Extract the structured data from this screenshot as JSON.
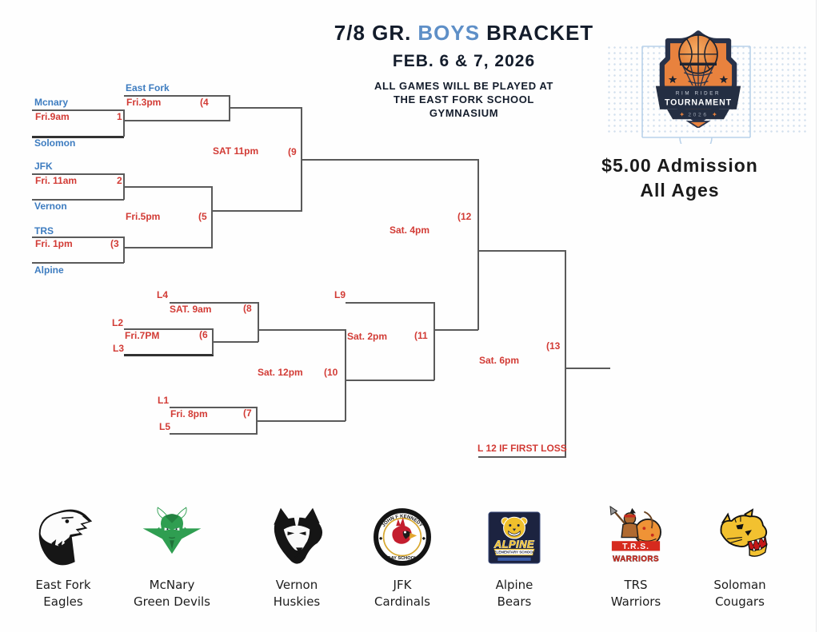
{
  "header": {
    "title_prefix": "7/8 GR.",
    "title_highlight": "BOYS",
    "title_suffix": "BRACKET",
    "date_line": "FEB. 6 & 7, 2026",
    "venue_line1": "ALL GAMES WILL BE PLAYED AT",
    "venue_line2": "THE EAST FORK SCHOOL",
    "venue_line3": "GYMNASIUM"
  },
  "admission": {
    "line1": "$5.00 Admission",
    "line2": "All Ages"
  },
  "tournament_badge": {
    "arc_text": "RIM RIDER",
    "main_text": "TOURNAMENT",
    "year": "2026"
  },
  "bracket": {
    "games": {
      "g1": {
        "team_top": "Mcnary",
        "team_bottom": "Solomon",
        "time": "Fri.9am",
        "num": "1"
      },
      "g2": {
        "team_top": "JFK",
        "team_bottom": "Vernon",
        "time": "Fri. 11am",
        "num": "2"
      },
      "g3": {
        "team_top": "TRS",
        "team_bottom": "Alpine",
        "time": "Fri. 1pm",
        "num": "(3"
      },
      "g4": {
        "team_top": "East Fork",
        "time": "Fri.3pm",
        "num": "(4"
      },
      "g5": {
        "time": "Fri.5pm",
        "num": "(5"
      },
      "g6": {
        "team_top": "L2",
        "team_bottom": "L3",
        "time": "Fri.7PM",
        "num": "(6"
      },
      "g7": {
        "team_top": "L1",
        "team_bottom": "L5",
        "time": "Fri. 8pm",
        "num": "(7"
      },
      "g8": {
        "team_top": "L4",
        "time": "SAT. 9am",
        "num": "(8"
      },
      "g9": {
        "time": "SAT 11pm",
        "num": "(9"
      },
      "g10": {
        "time": "Sat. 12pm",
        "num": "(10"
      },
      "g11": {
        "team_top": "L9",
        "time": "Sat. 2pm",
        "num": "(11"
      },
      "g12": {
        "time": "Sat. 4pm",
        "num": "(12"
      },
      "g13": {
        "time": "Sat. 6pm",
        "num": "(13",
        "loser_note": "L 12 IF FIRST LOSS"
      }
    }
  },
  "footer_teams": [
    {
      "school": "East Fork",
      "mascot": "Eagles",
      "icon": "eagle-head-logo"
    },
    {
      "school": "McNary",
      "mascot": "Green Devils",
      "icon": "green-devil-logo"
    },
    {
      "school": "Vernon",
      "mascot": "Huskies",
      "icon": "husky-head-logo"
    },
    {
      "school": "JFK",
      "mascot": "Cardinals",
      "icon": "cardinal-badge-logo",
      "badge_top": "JOHN F KENNEDY",
      "badge_bottom": "DAY SCHOOL"
    },
    {
      "school": "Alpine",
      "mascot": "Bears",
      "icon": "bear-badge-logo",
      "badge_main": "ALPINE",
      "badge_sub": "ELEMENTARY SCHOOL"
    },
    {
      "school": "TRS",
      "mascot": "Warriors",
      "icon": "warrior-badge-logo",
      "badge_main": "T.R.S.",
      "badge_sub": "WARRIORS"
    },
    {
      "school": "Soloman",
      "mascot": "Cougars",
      "icon": "cougar-head-logo"
    }
  ],
  "colors": {
    "team_name_blue": "#3d7cc0",
    "schedule_red": "#d23b35",
    "title_highlight_blue": "#5e8fc7",
    "title_ink": "#131c2b",
    "bracket_line_gray": "#5a5a5a",
    "badge_orange": "#e8823e",
    "badge_navy": "#28324a",
    "court_light_blue": "#b9d2ea"
  }
}
